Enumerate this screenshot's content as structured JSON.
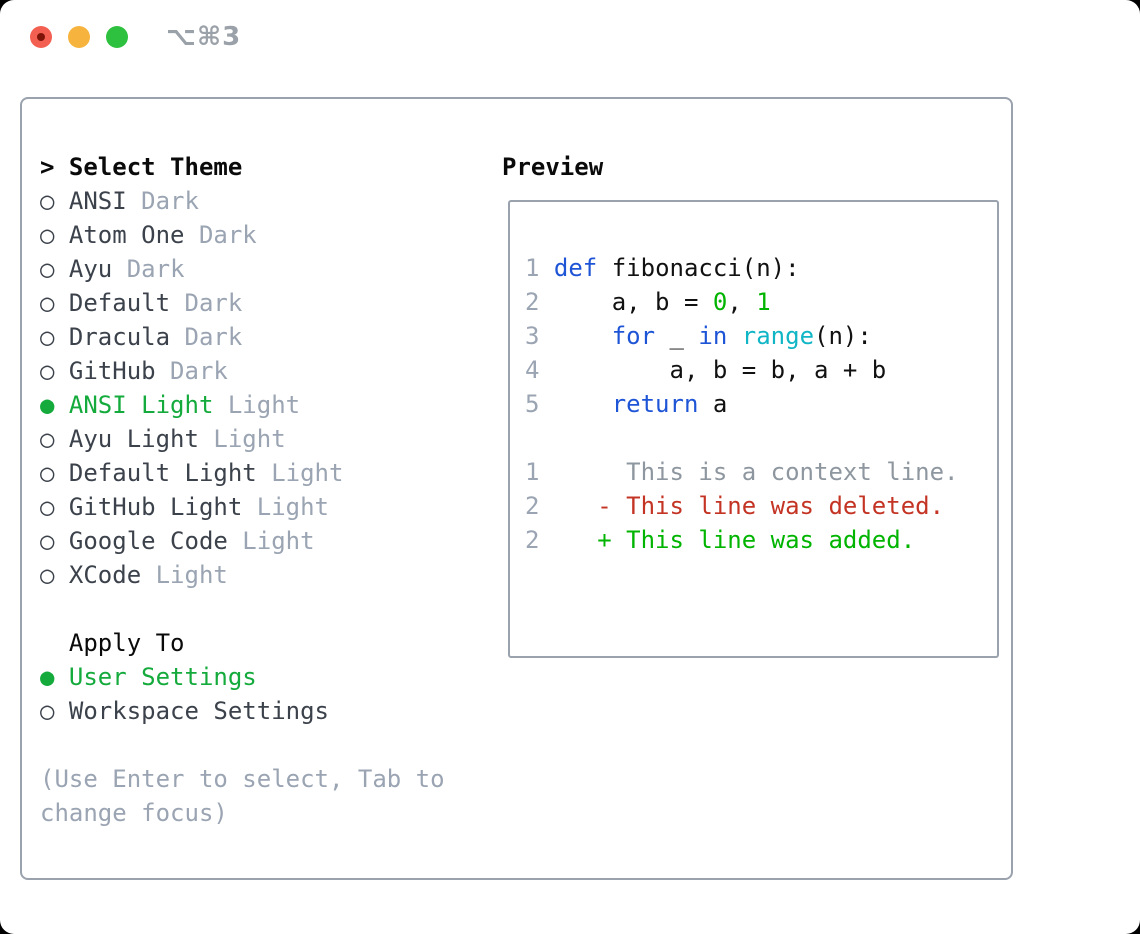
{
  "window": {
    "title": "⌥⌘3",
    "buttons": [
      "close",
      "minimize",
      "zoom"
    ]
  },
  "colors": {
    "border": "#9aa2ae",
    "title": "#9ba1a8",
    "black": "#0a0a0a",
    "dark": "#3c424b",
    "gray": "#9aa4b2",
    "green": "#14aa3c",
    "blue": "#1e54d6",
    "cyan": "#10b6c6",
    "red": "#c43424",
    "codegreen": "#00b400",
    "code": "#111111",
    "context_gray": "#8e979f",
    "tl_red": "#f35f51",
    "tl_red_dot": "#7e1408",
    "tl_yellow": "#f6b43e",
    "tl_green": "#2ec03f"
  },
  "theme_selector": {
    "header_prefix": "> ",
    "header": "Select Theme",
    "items": [
      {
        "name": "ANSI",
        "variant": "Dark",
        "selected": false
      },
      {
        "name": "Atom One",
        "variant": "Dark",
        "selected": false
      },
      {
        "name": "Ayu",
        "variant": "Dark",
        "selected": false
      },
      {
        "name": "Default",
        "variant": "Dark",
        "selected": false
      },
      {
        "name": "Dracula",
        "variant": "Dark",
        "selected": false
      },
      {
        "name": "GitHub",
        "variant": "Dark",
        "selected": false
      },
      {
        "name": "ANSI Light",
        "variant": "Light",
        "selected": true
      },
      {
        "name": "Ayu Light",
        "variant": "Light",
        "selected": false
      },
      {
        "name": "Default Light",
        "variant": "Light",
        "selected": false
      },
      {
        "name": "GitHub Light",
        "variant": "Light",
        "selected": false
      },
      {
        "name": "Google Code",
        "variant": "Light",
        "selected": false
      },
      {
        "name": "XCode",
        "variant": "Light",
        "selected": false
      }
    ]
  },
  "apply_to": {
    "header": "Apply To",
    "options": [
      {
        "label": "User Settings",
        "selected": true
      },
      {
        "label": "Workspace Settings",
        "selected": false
      }
    ]
  },
  "help_text": "(Use Enter to select, Tab to\nchange focus)",
  "preview": {
    "header": "Preview",
    "code_lines": [
      {
        "tokens": [
          [
            "num",
            "1 "
          ],
          [
            "kw",
            "def"
          ],
          [
            "plain",
            " fibonacci(n):"
          ]
        ]
      },
      {
        "tokens": [
          [
            "num",
            "2 "
          ],
          [
            "plain",
            "    a, b = "
          ],
          [
            "green",
            "0"
          ],
          [
            "plain",
            ", "
          ],
          [
            "green",
            "1"
          ]
        ]
      },
      {
        "tokens": [
          [
            "num",
            "3 "
          ],
          [
            "plain",
            "    "
          ],
          [
            "kw",
            "for"
          ],
          [
            "plain",
            " _ "
          ],
          [
            "kw",
            "in"
          ],
          [
            "plain",
            " "
          ],
          [
            "cyan",
            "range"
          ],
          [
            "plain",
            "(n):"
          ]
        ]
      },
      {
        "tokens": [
          [
            "num",
            "4 "
          ],
          [
            "plain",
            "        a, b = b, a + b"
          ]
        ]
      },
      {
        "tokens": [
          [
            "num",
            "5 "
          ],
          [
            "plain",
            "    "
          ],
          [
            "kw",
            "return"
          ],
          [
            "plain",
            " a"
          ]
        ]
      },
      {
        "tokens": []
      },
      {
        "tokens": [
          [
            "num",
            "1 "
          ],
          [
            "gray",
            "     This is a context line."
          ]
        ]
      },
      {
        "tokens": [
          [
            "num",
            "2 "
          ],
          [
            "red",
            "   - This line was deleted."
          ]
        ]
      },
      {
        "tokens": [
          [
            "num",
            "2 "
          ],
          [
            "green",
            "   + This line was added."
          ]
        ]
      }
    ]
  },
  "radio": {
    "unselected_glyph": "○",
    "selected_glyph": "●"
  }
}
